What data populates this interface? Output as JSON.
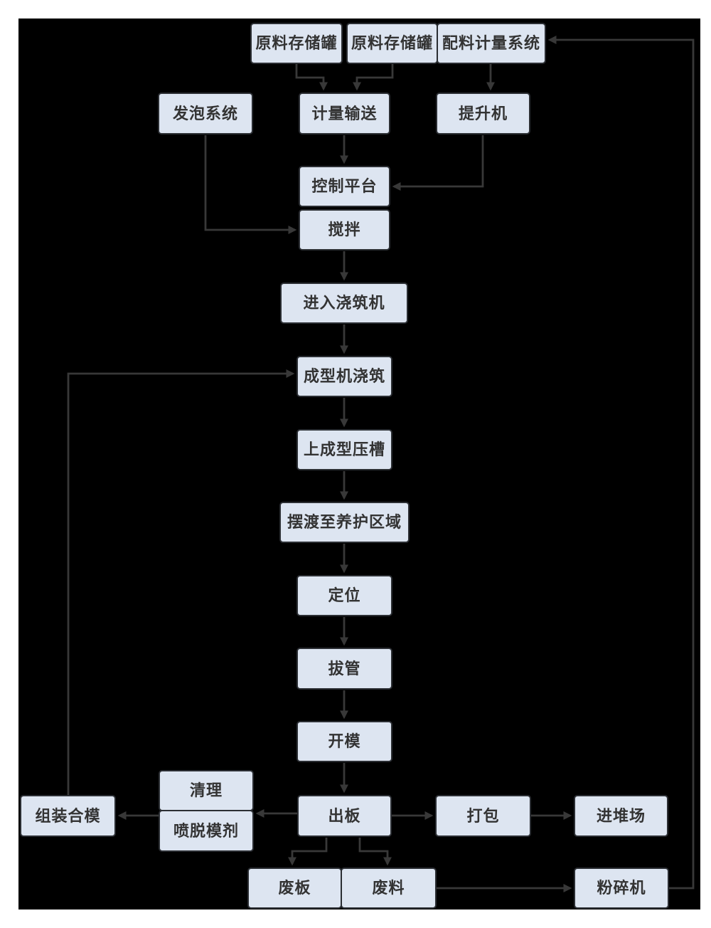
{
  "diagram": {
    "type": "flowchart",
    "language": "zh-CN",
    "colors": {
      "page_background": "#ffffff",
      "canvas_background": "#000000",
      "node_fill": "#dde5f1",
      "node_border": "#2b2e33",
      "arrow": "#383838",
      "text": "#333333"
    },
    "nodes": [
      {
        "id": "raw-material-tank-1",
        "label": "原料存储罐"
      },
      {
        "id": "raw-material-tank-2",
        "label": "原料存储罐"
      },
      {
        "id": "batching-metering-system",
        "label": "配料计量系统"
      },
      {
        "id": "foaming-system",
        "label": "发泡系统"
      },
      {
        "id": "metering-conveyor",
        "label": "计量输送"
      },
      {
        "id": "elevator",
        "label": "提升机"
      },
      {
        "id": "control-platform",
        "label": "控制平台"
      },
      {
        "id": "mixing",
        "label": "搅拌"
      },
      {
        "id": "enter-pouring-machine",
        "label": "进入浇筑机"
      },
      {
        "id": "forming-machine-pouring",
        "label": "成型机浇筑"
      },
      {
        "id": "upper-forming-press-groove",
        "label": "上成型压槽"
      },
      {
        "id": "ferry-to-curing-area",
        "label": "摆渡至养护区域"
      },
      {
        "id": "positioning",
        "label": "定位"
      },
      {
        "id": "pipe-pulling",
        "label": "拔管"
      },
      {
        "id": "mold-opening",
        "label": "开模"
      },
      {
        "id": "cleaning",
        "label": "清理"
      },
      {
        "id": "spray-release-agent",
        "label": "喷脱模剂"
      },
      {
        "id": "assemble-close-mold",
        "label": "组装合模"
      },
      {
        "id": "board-output",
        "label": "出板"
      },
      {
        "id": "packing",
        "label": "打包"
      },
      {
        "id": "into-stockyard",
        "label": "进堆场"
      },
      {
        "id": "waste-board",
        "label": "废板"
      },
      {
        "id": "waste-material",
        "label": "废料"
      },
      {
        "id": "crusher",
        "label": "粉碎机"
      }
    ],
    "edges": [
      {
        "from": "raw-material-tank-1",
        "to": "metering-conveyor"
      },
      {
        "from": "raw-material-tank-2",
        "to": "metering-conveyor"
      },
      {
        "from": "batching-metering-system",
        "to": "elevator"
      },
      {
        "from": "metering-conveyor",
        "to": "control-platform"
      },
      {
        "from": "elevator",
        "to": "control-platform"
      },
      {
        "from": "foaming-system",
        "to": "mixing"
      },
      {
        "from": "mixing",
        "to": "enter-pouring-machine"
      },
      {
        "from": "enter-pouring-machine",
        "to": "forming-machine-pouring"
      },
      {
        "from": "forming-machine-pouring",
        "to": "upper-forming-press-groove"
      },
      {
        "from": "upper-forming-press-groove",
        "to": "ferry-to-curing-area"
      },
      {
        "from": "ferry-to-curing-area",
        "to": "positioning"
      },
      {
        "from": "positioning",
        "to": "pipe-pulling"
      },
      {
        "from": "pipe-pulling",
        "to": "mold-opening"
      },
      {
        "from": "mold-opening",
        "to": "board-output"
      },
      {
        "from": "board-output",
        "to": "cleaning"
      },
      {
        "from": "cleaning",
        "to": "assemble-close-mold"
      },
      {
        "from": "assemble-close-mold",
        "to": "forming-machine-pouring"
      },
      {
        "from": "board-output",
        "to": "packing"
      },
      {
        "from": "packing",
        "to": "into-stockyard"
      },
      {
        "from": "board-output",
        "to": "waste-board"
      },
      {
        "from": "board-output",
        "to": "waste-material"
      },
      {
        "from": "waste-material",
        "to": "crusher"
      },
      {
        "from": "crusher",
        "to": "batching-metering-system"
      }
    ]
  }
}
